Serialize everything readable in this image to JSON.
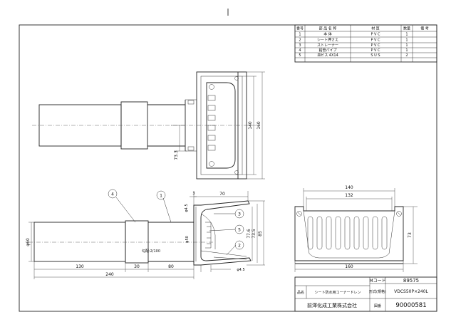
{
  "parts_table": {
    "headers": [
      "番号",
      "部 品 名 称",
      "材 質",
      "数量",
      "備 考"
    ],
    "rows": [
      {
        "no": "1",
        "name": "本 体",
        "material": "P V C",
        "qty": "1",
        "note": ""
      },
      {
        "no": "2",
        "name": "シート押さえ",
        "material": "P V C",
        "qty": "1",
        "note": ""
      },
      {
        "no": "3",
        "name": "ストレーナー",
        "material": "P V C",
        "qty": "1",
        "note": ""
      },
      {
        "no": "4",
        "name": "鉛管パイプ",
        "material": "P V C",
        "qty": "1",
        "note": ""
      },
      {
        "no": "5",
        "name": "皿ビス 4X14",
        "material": "S U S",
        "qty": "2",
        "note": ""
      }
    ]
  },
  "title_block": {
    "m_code_label": "Mコード",
    "m_code": "89575",
    "name_label": "品名",
    "name": "シート防水用コーナードレン",
    "model_label": "形式(規格)",
    "model": "VDCS50P×240L",
    "company": "前澤化成工業株式会社",
    "drawing_no_label": "図番",
    "drawing_no": "90000581"
  },
  "dimensions": {
    "top_height_outer": "160",
    "top_height_inner": "140",
    "top_offset": "73.3",
    "front_width_outer": "140",
    "front_width_inner": "132",
    "front_height": "73",
    "front_bottom": "160",
    "side_top_small": "3",
    "side_top_70": "70",
    "side_phi45_top": "φ4.5",
    "side_phi50": "φ50",
    "side_776": "77.6",
    "side_735": "73.5",
    "side_85": "85",
    "side_phi45_bottom": "φ4.5",
    "slope": "勾配:2/100",
    "phi60": "φ60",
    "len_130": "130",
    "len_30": "30",
    "len_80": "80",
    "len_240": "240"
  },
  "balloons": [
    "1",
    "2",
    "3",
    "4",
    "5"
  ]
}
